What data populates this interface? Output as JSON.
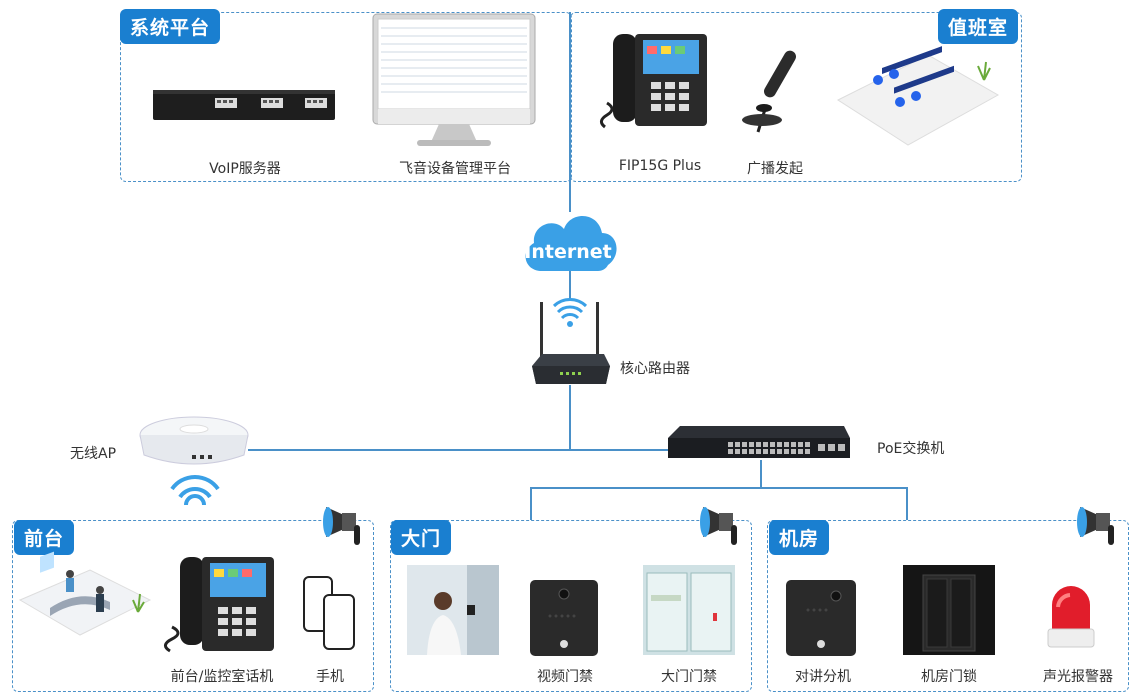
{
  "zones": {
    "system_platform": {
      "title": "系统平台"
    },
    "duty_room": {
      "title": "值班室"
    },
    "front_desk": {
      "title": "前台"
    },
    "gate": {
      "title": "大门"
    },
    "machine_room": {
      "title": "机房"
    }
  },
  "devices": {
    "voip_server": "VoIP服务器",
    "mgmt_platform": "飞音设备管理平台",
    "fip15g": "FIP15G Plus",
    "broadcast": "广播发起",
    "internet": "Internet",
    "core_router": "核心路由器",
    "poe_switch": "PoE交换机",
    "wireless_ap": "无线AP",
    "desk_phone": "前台/监控室话机",
    "mobile": "手机",
    "video_access": "视频门禁",
    "gate_access": "大门门禁",
    "intercom": "对讲分机",
    "room_lock": "机房门锁",
    "alarm": "声光报警器"
  },
  "colors": {
    "accent": "#1a7fd0",
    "line": "#4a90c8",
    "cloud": "#3aa0e6"
  }
}
